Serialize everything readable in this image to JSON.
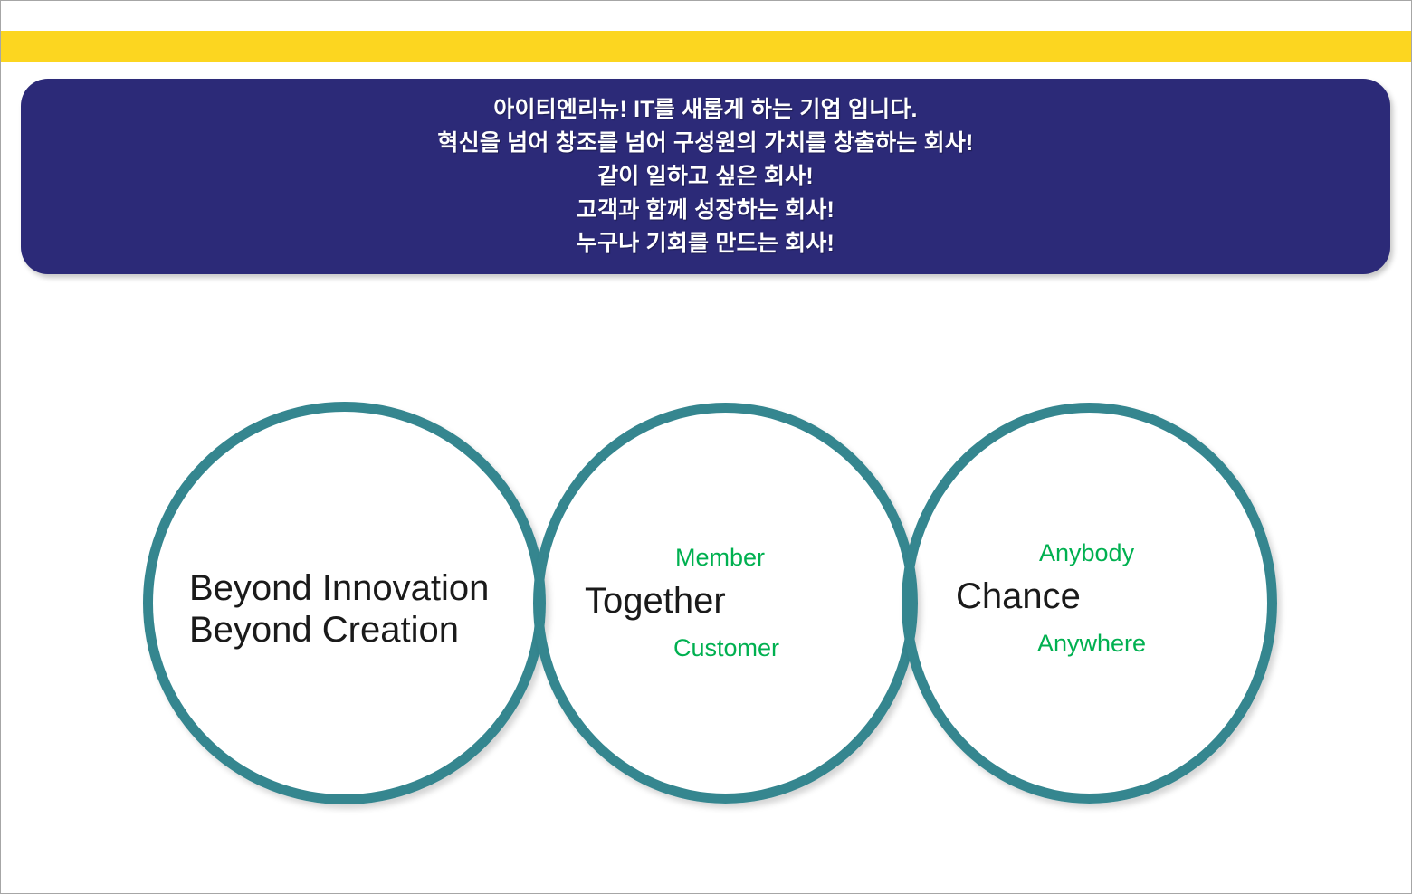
{
  "slide": {
    "background_color": "#ffffff",
    "border_color": "#a6a6a6"
  },
  "accent_bar": {
    "color": "#fcd620"
  },
  "message_panel": {
    "background_color": "#2c2a78",
    "text_color": "#ffffff",
    "lines": [
      "아이티엔리뉴! IT를 새롭게 하는 기업 입니다.",
      "혁신을 넘어 창조를 넘어 구성원의 가치를 창출하는 회사!",
      "같이 일하고 싶은 회사!",
      "고객과 함께 성장하는 회사!",
      "누구나 기회를 만드는 회사!"
    ]
  },
  "circles": {
    "stroke_color": "#35868f",
    "main_text_color": "#1a1a1a",
    "sub_text_color": "#00b050",
    "items": [
      {
        "name": "innovation",
        "main_line_1": "Beyond Innovation",
        "main_line_2": "Beyond Creation",
        "sub_top": "",
        "sub_bottom": ""
      },
      {
        "name": "together",
        "main_line_1": "Together",
        "sub_top": "Member",
        "sub_bottom": "Customer"
      },
      {
        "name": "chance",
        "main_line_1": "Chance",
        "sub_top": "Anybody",
        "sub_bottom": "Anywhere"
      }
    ]
  }
}
